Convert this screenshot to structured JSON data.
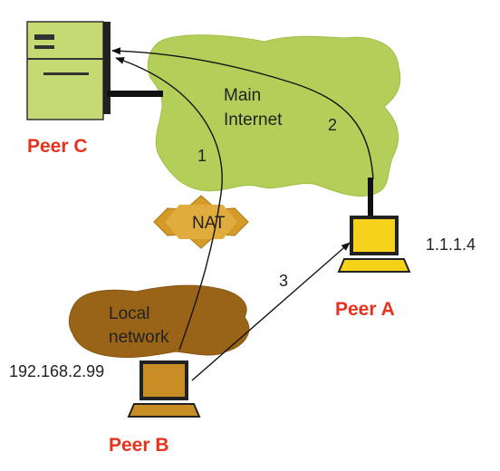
{
  "clouds": {
    "main_internet_label_line1": "Main",
    "main_internet_label_line2": "Internet",
    "local_network_label_line1": "Local",
    "local_network_label_line2": "network"
  },
  "nat": {
    "label": "NAT"
  },
  "peers": {
    "peer_a": {
      "name": "Peer A",
      "ip": "1.1.1.4"
    },
    "peer_b": {
      "name": "Peer B",
      "ip": "192.168.2.99"
    },
    "peer_c": {
      "name": "Peer C"
    }
  },
  "connections": {
    "path_1": "1",
    "path_2": "2",
    "path_3": "3"
  },
  "colors": {
    "internet_cloud": "#b3cf5a",
    "local_cloud": "#9a6418",
    "nat_fill": "#d49a2a",
    "server_fill": "#c6da73",
    "laptop_a": "#f6d21a",
    "laptop_b": "#c88d24",
    "peer_label": "#e8321e"
  }
}
